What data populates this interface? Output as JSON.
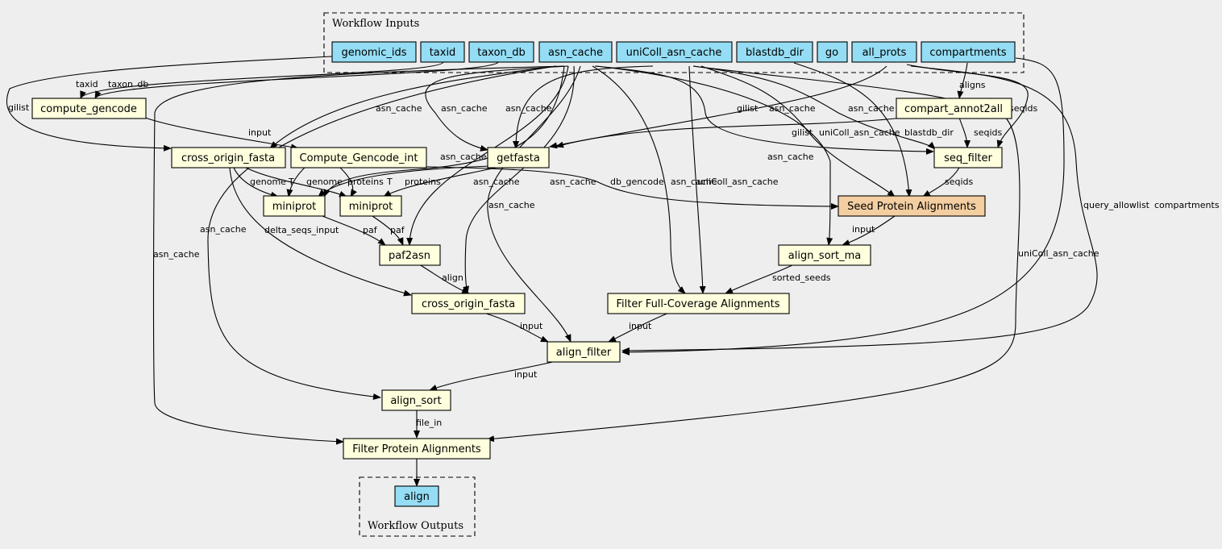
{
  "clusters": {
    "inputs_title": "Workflow Inputs",
    "outputs_title": "Workflow Outputs"
  },
  "colors": {
    "background": "#eeeeee",
    "io_fill": "#94ddf4",
    "step_fill": "#ffffdd",
    "subworkflow_fill": "#f3cea1",
    "stroke": "#000000"
  },
  "nodes": [
    {
      "id": "genomic_ids",
      "label": "genomic_ids",
      "kind": "io"
    },
    {
      "id": "taxid",
      "label": "taxid",
      "kind": "io"
    },
    {
      "id": "taxon_db",
      "label": "taxon_db",
      "kind": "io"
    },
    {
      "id": "asn_cache",
      "label": "asn_cache",
      "kind": "io"
    },
    {
      "id": "unicoll",
      "label": "uniColl_asn_cache",
      "kind": "io"
    },
    {
      "id": "blastdb_dir",
      "label": "blastdb_dir",
      "kind": "io"
    },
    {
      "id": "go",
      "label": "go",
      "kind": "io"
    },
    {
      "id": "all_prots",
      "label": "all_prots",
      "kind": "io"
    },
    {
      "id": "compartments",
      "label": "compartments",
      "kind": "io"
    },
    {
      "id": "compute_gencode",
      "label": "compute_gencode",
      "kind": "step"
    },
    {
      "id": "compart_annot2all",
      "label": "compart_annot2all",
      "kind": "step"
    },
    {
      "id": "cof1",
      "label": "cross_origin_fasta",
      "kind": "step"
    },
    {
      "id": "cgi",
      "label": "Compute_Gencode_int",
      "kind": "step"
    },
    {
      "id": "getfasta",
      "label": "getfasta",
      "kind": "step"
    },
    {
      "id": "seq_filter",
      "label": "seq_filter",
      "kind": "step"
    },
    {
      "id": "miniprot1",
      "label": "miniprot",
      "kind": "step"
    },
    {
      "id": "miniprot2",
      "label": "miniprot",
      "kind": "step"
    },
    {
      "id": "spa",
      "label": "Seed Protein Alignments",
      "kind": "sub"
    },
    {
      "id": "paf2asn",
      "label": "paf2asn",
      "kind": "step"
    },
    {
      "id": "asm",
      "label": "align_sort_ma",
      "kind": "step"
    },
    {
      "id": "cof2",
      "label": "cross_origin_fasta",
      "kind": "step"
    },
    {
      "id": "ffca",
      "label": "Filter Full-Coverage Alignments",
      "kind": "step"
    },
    {
      "id": "align_filter",
      "label": "align_filter",
      "kind": "step"
    },
    {
      "id": "align_sort",
      "label": "align_sort",
      "kind": "step"
    },
    {
      "id": "fpa",
      "label": "Filter Protein Alignments",
      "kind": "step"
    },
    {
      "id": "align",
      "label": "align",
      "kind": "io"
    }
  ],
  "edges": [
    {
      "from": "taxid",
      "to": "compute_gencode",
      "label": "taxid"
    },
    {
      "from": "taxon_db",
      "to": "compute_gencode",
      "label": "taxon_db"
    },
    {
      "from": "genomic_ids",
      "to": "cof1",
      "label": "gilist"
    },
    {
      "from": "compute_gencode",
      "to": "cgi",
      "label": "input"
    },
    {
      "from": "asn_cache",
      "to": "cof1",
      "label": "asn_cache"
    },
    {
      "from": "asn_cache",
      "to": "getfasta",
      "label": "asn_cache"
    },
    {
      "from": "unicoll",
      "to": "getfasta",
      "label": "asn_cache"
    },
    {
      "from": "all_prots",
      "to": "getfasta",
      "label": "gilist"
    },
    {
      "from": "asn_cache",
      "to": "seq_filter",
      "label": "asn_cache"
    },
    {
      "from": "unicoll",
      "to": "seq_filter",
      "label": "asn_cache"
    },
    {
      "from": "compart_annot2all",
      "to": "getfasta",
      "label": "gilist"
    },
    {
      "from": "compartments",
      "to": "compart_annot2all",
      "label": "aligns"
    },
    {
      "from": "compart_annot2all",
      "to": "seq_filter",
      "label": "seqids"
    },
    {
      "from": "all_prots",
      "to": "seq_filter",
      "label": "seqids"
    },
    {
      "from": "unicoll",
      "to": "spa",
      "label": "uniColl_asn_cache"
    },
    {
      "from": "blastdb_dir",
      "to": "spa",
      "label": "blastdb_dir"
    },
    {
      "from": "seq_filter",
      "to": "spa",
      "label": "seqids"
    },
    {
      "from": "cof1",
      "to": "miniprot1",
      "label": "genome"
    },
    {
      "from": "cof1",
      "to": "miniprot2",
      "label": "genome"
    },
    {
      "from": "cgi",
      "to": "miniprot1",
      "label": "T"
    },
    {
      "from": "cgi",
      "to": "miniprot2",
      "label": "T"
    },
    {
      "from": "getfasta",
      "to": "miniprot1",
      "label": "proteins"
    },
    {
      "from": "getfasta",
      "to": "miniprot2",
      "label": "proteins"
    },
    {
      "from": "asn_cache",
      "to": "miniprot1",
      "label": "asn_cache"
    },
    {
      "from": "cgi",
      "to": "spa",
      "label": "db_gencode"
    },
    {
      "from": "cof1",
      "to": "cof2",
      "label": "delta_seqs_input"
    },
    {
      "from": "miniprot1",
      "to": "paf2asn",
      "label": "paf"
    },
    {
      "from": "miniprot2",
      "to": "paf2asn",
      "label": "paf"
    },
    {
      "from": "asn_cache",
      "to": "paf2asn",
      "label": "asn_cache"
    },
    {
      "from": "spa",
      "to": "asm",
      "label": "input"
    },
    {
      "from": "asn_cache",
      "to": "asm",
      "label": "asn_cache"
    },
    {
      "from": "unicoll",
      "to": "ffca",
      "label": "uniColl_asn_cache"
    },
    {
      "from": "asn_cache",
      "to": "ffca",
      "label": "asn_cache"
    },
    {
      "from": "paf2asn",
      "to": "cof2",
      "label": "align"
    },
    {
      "from": "asn_cache",
      "to": "cof2",
      "label": "asn_cache"
    },
    {
      "from": "asm",
      "to": "ffca",
      "label": "sorted_seeds"
    },
    {
      "from": "cof2",
      "to": "align_filter",
      "label": "input"
    },
    {
      "from": "ffca",
      "to": "align_filter",
      "label": "input"
    },
    {
      "from": "all_prots",
      "to": "align_filter",
      "label": "query_allowlist"
    },
    {
      "from": "compartments",
      "to": "align_filter",
      "label": "compartments"
    },
    {
      "from": "asn_cache",
      "to": "align_filter",
      "label": "asn_cache"
    },
    {
      "from": "align_filter",
      "to": "align_sort",
      "label": "input"
    },
    {
      "from": "asn_cache",
      "to": "align_sort",
      "label": "asn_cache"
    },
    {
      "from": "align_sort",
      "to": "fpa",
      "label": "file_in"
    },
    {
      "from": "asn_cache",
      "to": "fpa",
      "label": "asn_cache"
    },
    {
      "from": "unicoll",
      "to": "fpa",
      "label": "uniColl_asn_cache"
    },
    {
      "from": "fpa",
      "to": "align",
      "label": ""
    }
  ]
}
